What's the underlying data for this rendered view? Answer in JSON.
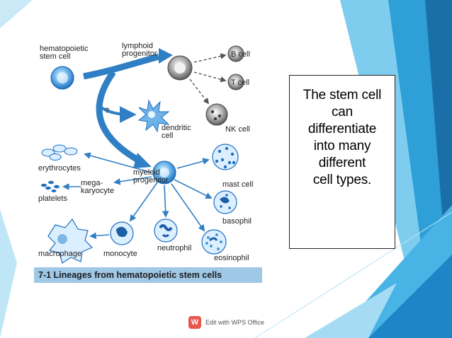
{
  "figure": {
    "labels": {
      "hsc_line1": "hematopoietic",
      "hsc_line2": "stem cell",
      "lymphoid_line1": "lymphoid",
      "lymphoid_line2": "progenitor",
      "b_cell": "B cell",
      "t_cell": "T cell",
      "nk_cell": "NK cell",
      "question": "?",
      "dendritic_line1": "dendritic",
      "dendritic_line2": "cell",
      "erythrocytes": "erythrocytes",
      "megakaryocyte_line1": "mega-",
      "megakaryocyte_line2": "karyocyte",
      "platelets": "platelets",
      "myeloid_line1": "myeloid",
      "myeloid_line2": "progenitor",
      "mast_cell": "mast cell",
      "basophil": "basophil",
      "macrophage": "macrophage",
      "monocyte": "monocyte",
      "neutrophil": "neutrophil",
      "eosinophil": "eosinophil"
    },
    "caption": "7-1  Lineages from hematopoietic stem cells"
  },
  "textbox": {
    "lines": [
      "The stem cell",
      "can",
      "differentiate",
      "into many",
      "different",
      "cell types."
    ]
  },
  "watermark": {
    "logo_glyph": "W",
    "text": "Edit with WPS Office"
  },
  "colors": {
    "accent_blue": "#1e88c8",
    "light_blue": "#6ec6ec",
    "arrow_blue": "#2f7fc4"
  }
}
